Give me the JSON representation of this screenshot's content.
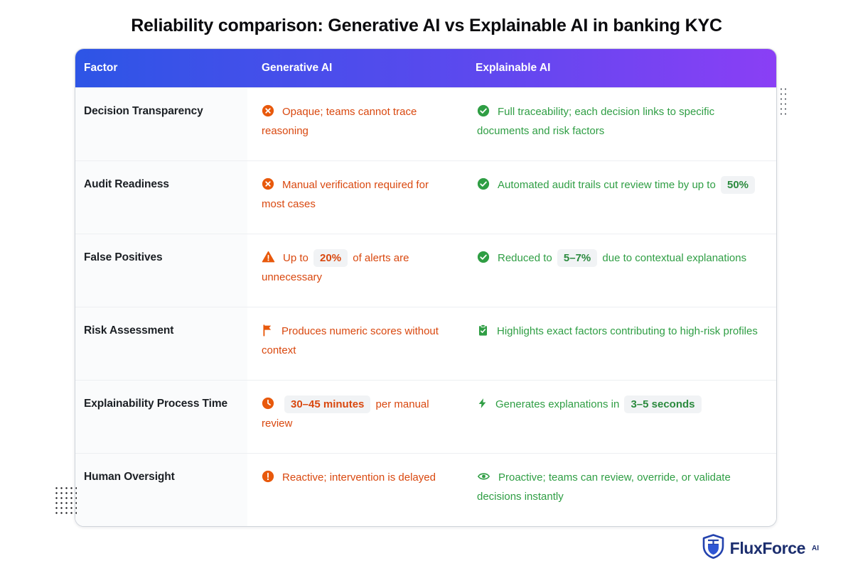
{
  "page": {
    "title": "Reliability comparison: Generative AI vs Explainable AI in banking KYC"
  },
  "colors": {
    "header_gradient_start": "#2d55e6",
    "header_gradient_end": "#8a3ff5",
    "negative_text": "#d9480f",
    "negative_icon": "#e8590c",
    "positive_text": "#2f9e44",
    "badge_bg": "#f1f3f5",
    "brand_navy": "#1c2e6e"
  },
  "table": {
    "columns": [
      {
        "label": "Factor"
      },
      {
        "label": "Generative AI"
      },
      {
        "label": "Explainable AI"
      }
    ],
    "rows": [
      {
        "factor": "Decision Transparency",
        "generative": {
          "icon": "x-circle-icon",
          "tone": "negative",
          "segments": [
            {
              "type": "text",
              "value": "Opaque; teams cannot trace reasoning"
            }
          ]
        },
        "explainable": {
          "icon": "check-circle-icon",
          "tone": "positive",
          "segments": [
            {
              "type": "text",
              "value": "Full traceability; each decision links to specific documents and risk factors"
            }
          ]
        }
      },
      {
        "factor": "Audit Readiness",
        "generative": {
          "icon": "x-circle-icon",
          "tone": "negative",
          "segments": [
            {
              "type": "text",
              "value": "Manual verification required for most cases"
            }
          ]
        },
        "explainable": {
          "icon": "check-circle-icon",
          "tone": "positive",
          "segments": [
            {
              "type": "text",
              "value": "Automated audit trails cut review time by up to "
            },
            {
              "type": "badge",
              "value": "50%"
            }
          ]
        }
      },
      {
        "factor": "False Positives",
        "generative": {
          "icon": "warning-triangle-icon",
          "tone": "negative",
          "segments": [
            {
              "type": "text",
              "value": "Up to "
            },
            {
              "type": "badge",
              "value": "20%"
            },
            {
              "type": "text",
              "value": " of alerts are unnecessary"
            }
          ]
        },
        "explainable": {
          "icon": "check-circle-icon",
          "tone": "positive",
          "segments": [
            {
              "type": "text",
              "value": "Reduced to "
            },
            {
              "type": "badge",
              "value": "5–7%"
            },
            {
              "type": "text",
              "value": " due to contextual explanations"
            }
          ]
        }
      },
      {
        "factor": "Risk Assessment",
        "generative": {
          "icon": "flag-icon",
          "tone": "negative",
          "segments": [
            {
              "type": "text",
              "value": "Produces numeric scores without context"
            }
          ]
        },
        "explainable": {
          "icon": "clipboard-check-icon",
          "tone": "positive",
          "segments": [
            {
              "type": "text",
              "value": "Highlights exact factors contributing to high-risk profiles"
            }
          ]
        }
      },
      {
        "factor": "Explainability Process Time",
        "generative": {
          "icon": "clock-icon",
          "tone": "negative",
          "segments": [
            {
              "type": "badge",
              "value": "30–45 minutes"
            },
            {
              "type": "text",
              "value": " per manual review"
            }
          ]
        },
        "explainable": {
          "icon": "lightning-icon",
          "tone": "positive",
          "segments": [
            {
              "type": "text",
              "value": "Generates explanations in "
            },
            {
              "type": "badge",
              "value": "3–5 seconds"
            }
          ]
        }
      },
      {
        "factor": "Human Oversight",
        "generative": {
          "icon": "exclamation-circle-icon",
          "tone": "negative",
          "segments": [
            {
              "type": "text",
              "value": "Reactive; intervention is delayed"
            }
          ]
        },
        "explainable": {
          "icon": "eye-icon",
          "tone": "positive",
          "segments": [
            {
              "type": "text",
              "value": "Proactive; teams can review, override, or validate decisions instantly"
            }
          ]
        }
      }
    ]
  },
  "footer": {
    "brand": "FluxForce",
    "brand_suffix": "AI"
  }
}
